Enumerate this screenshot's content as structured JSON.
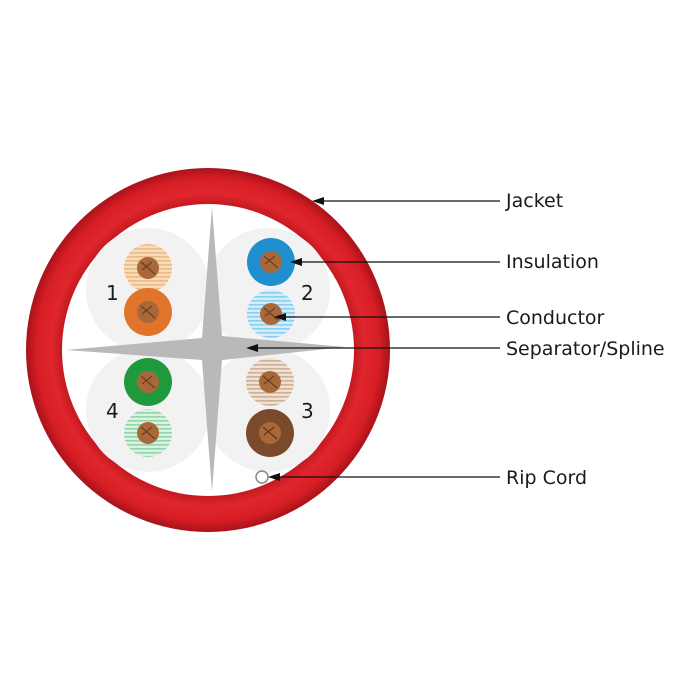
{
  "callouts": [
    {
      "id": "jacket",
      "label": "Jacket"
    },
    {
      "id": "insulation",
      "label": "Insulation"
    },
    {
      "id": "conductor",
      "label": "Conductor"
    },
    {
      "id": "separator",
      "label": "Separator/Spline"
    },
    {
      "id": "rip-cord",
      "label": "Rip Cord"
    }
  ],
  "pairs": [
    {
      "number": "1",
      "solid_color": "#e0742a",
      "stripe_color": "#f0c48e"
    },
    {
      "number": "2",
      "solid_color": "#1f8fd0",
      "stripe_color": "#9fd6f2"
    },
    {
      "number": "3",
      "solid_color": "#7a4a2a",
      "stripe_color": "#d8b89a"
    },
    {
      "number": "4",
      "solid_color": "#1e9a3c",
      "stripe_color": "#a6dcb6"
    }
  ],
  "colors": {
    "jacket": "#d81e25",
    "jacket_dark": "#b3121a",
    "spline": "#b9b9b9",
    "conductor": "#a8683a",
    "pair_background": "#f1f1f1"
  }
}
